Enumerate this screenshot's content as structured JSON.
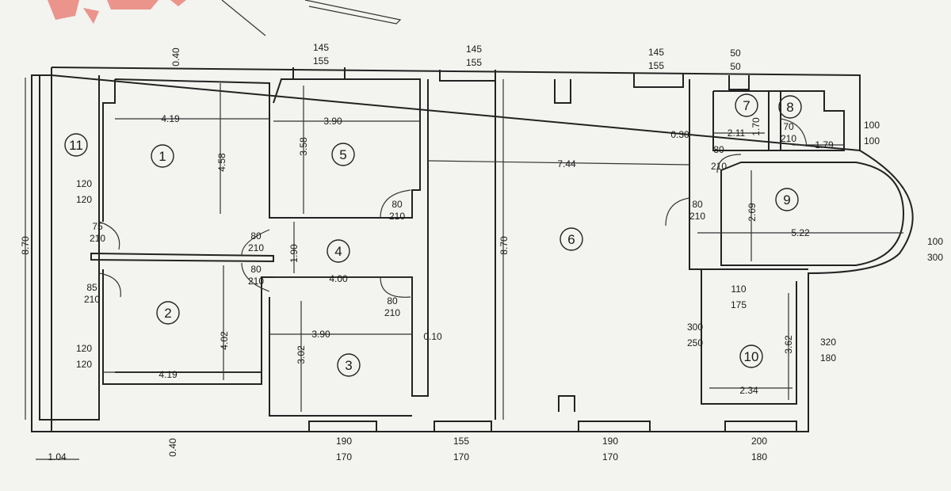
{
  "title": "Floor plan",
  "rooms": [
    "1",
    "2",
    "3",
    "4",
    "5",
    "6",
    "7",
    "8",
    "9",
    "10",
    "11"
  ],
  "labels": [
    "0.40",
    "145",
    "155",
    "145",
    "155",
    "145",
    "155",
    "50",
    "50",
    "4.19",
    "3.90",
    "4.58",
    "3.58",
    "7.44",
    "0.30",
    "2.11",
    "1.70",
    "70",
    "210",
    "1.79",
    "100",
    "100",
    "80",
    "210",
    "80",
    "210",
    "80",
    "210",
    "2.69",
    "5.22",
    "100",
    "300",
    "120",
    "120",
    "75",
    "210",
    "80",
    "210",
    "1.90",
    "4.00",
    "80",
    "210",
    "8.70",
    "8.70",
    "85",
    "210",
    "80",
    "210",
    "120",
    "120",
    "3.90",
    "0.10",
    "3.02",
    "4.02",
    "4.19",
    "110",
    "175",
    "300",
    "250",
    "3.62",
    "320",
    "180",
    "2.34",
    "0.40",
    "1.04",
    "190",
    "170",
    "155",
    "170",
    "190",
    "170",
    "200",
    "180"
  ],
  "colors": {
    "ink": "#222222",
    "paper": "#f3f3f0",
    "stamp": "#e8756a"
  }
}
